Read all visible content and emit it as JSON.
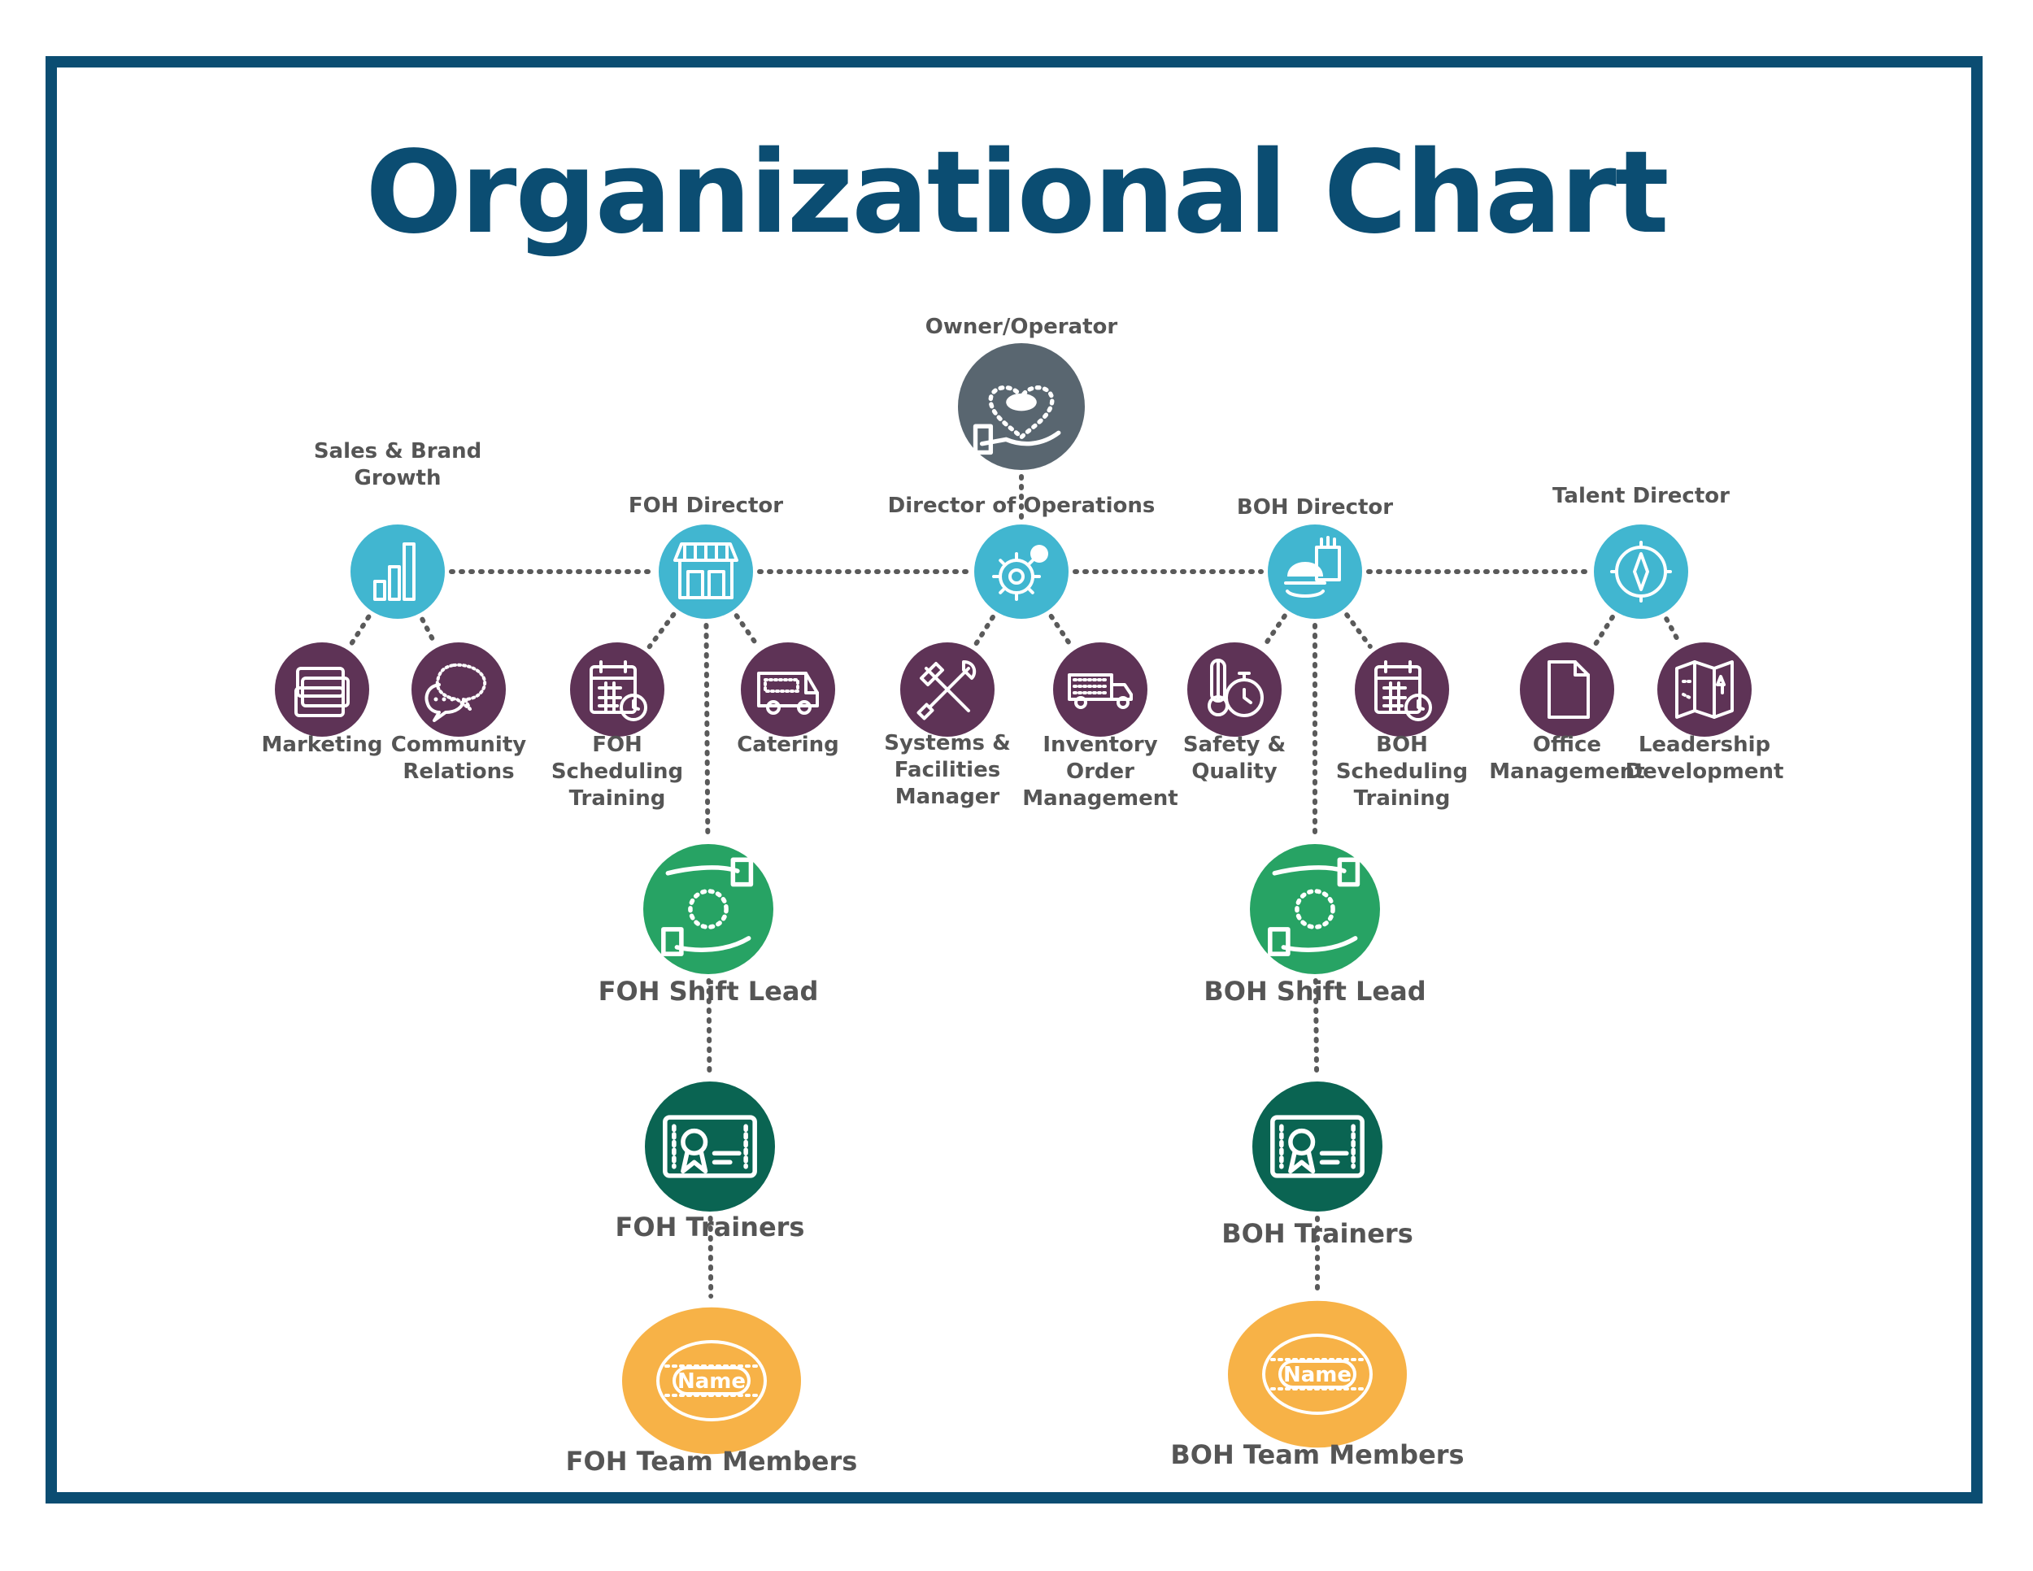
{
  "title": "Organizational Chart",
  "colors": {
    "frame": "#0b4d72",
    "owner": "#596670",
    "director": "#41b6d0",
    "function": "#5e3356",
    "shift_lead": "#27a364",
    "trainer": "#0a6452",
    "team_member": "#f7b247",
    "label": "#555555"
  },
  "nodes": {
    "owner": {
      "label": [
        "Owner/Operator"
      ],
      "icon": "heart-hand-icon"
    },
    "sales": {
      "label": [
        "Sales & Brand",
        "Growth"
      ],
      "icon": "bar-chart-icon"
    },
    "foh_director": {
      "label": [
        "FOH Director"
      ],
      "icon": "storefront-icon"
    },
    "dir_ops": {
      "label": [
        "Director of Operations"
      ],
      "icon": "gears-icon"
    },
    "boh_director": {
      "label": [
        "BOH Director"
      ],
      "icon": "burger-fries-icon"
    },
    "talent": {
      "label": [
        "Talent Director"
      ],
      "icon": "compass-icon"
    },
    "marketing": {
      "label": [
        "Marketing"
      ],
      "icon": "cards-icon"
    },
    "community": {
      "label": [
        "Community",
        "Relations"
      ],
      "icon": "speech-bubbles-icon"
    },
    "foh_sched": {
      "label": [
        "FOH",
        "Scheduling",
        "Training"
      ],
      "icon": "calendar-clock-icon"
    },
    "catering": {
      "label": [
        "Catering"
      ],
      "icon": "van-icon"
    },
    "systems": {
      "label": [
        "Systems &",
        "Facilities",
        "Manager"
      ],
      "icon": "tools-icon"
    },
    "inventory": {
      "label": [
        "Inventory",
        "Order",
        "Management"
      ],
      "icon": "truck-icon"
    },
    "safety": {
      "label": [
        "Safety &",
        "Quality"
      ],
      "icon": "thermometer-timer-icon"
    },
    "boh_sched": {
      "label": [
        "BOH",
        "Scheduling",
        "Training"
      ],
      "icon": "calendar-clock-icon"
    },
    "office": {
      "label": [
        "Office",
        "Management"
      ],
      "icon": "document-icon"
    },
    "leadership": {
      "label": [
        "Leadership",
        "Development"
      ],
      "icon": "map-icon"
    },
    "foh_shift": {
      "label": [
        "FOH Shift Lead"
      ],
      "icon": "handoff-icon"
    },
    "boh_shift": {
      "label": [
        "BOH Shift Lead"
      ],
      "icon": "handoff-icon"
    },
    "foh_trainers": {
      "label": [
        "FOH Trainers"
      ],
      "icon": "certificate-icon"
    },
    "boh_trainers": {
      "label": [
        "BOH Trainers"
      ],
      "icon": "certificate-icon"
    },
    "foh_team": {
      "label": [
        "FOH Team Members"
      ],
      "icon": "name-badge-icon",
      "badge_text": "Name"
    },
    "boh_team": {
      "label": [
        "BOH Team Members"
      ],
      "icon": "name-badge-icon",
      "badge_text": "Name"
    }
  },
  "edges": [
    [
      "owner",
      "dir_ops"
    ],
    [
      "sales",
      "foh_director"
    ],
    [
      "foh_director",
      "dir_ops"
    ],
    [
      "dir_ops",
      "boh_director"
    ],
    [
      "boh_director",
      "talent"
    ],
    [
      "sales",
      "marketing"
    ],
    [
      "sales",
      "community"
    ],
    [
      "foh_director",
      "foh_sched"
    ],
    [
      "foh_director",
      "catering"
    ],
    [
      "foh_director",
      "foh_shift"
    ],
    [
      "dir_ops",
      "systems"
    ],
    [
      "dir_ops",
      "inventory"
    ],
    [
      "boh_director",
      "safety"
    ],
    [
      "boh_director",
      "boh_sched"
    ],
    [
      "boh_director",
      "boh_shift"
    ],
    [
      "talent",
      "office"
    ],
    [
      "talent",
      "leadership"
    ],
    [
      "foh_shift",
      "foh_trainers"
    ],
    [
      "foh_trainers",
      "foh_team"
    ],
    [
      "boh_shift",
      "boh_trainers"
    ],
    [
      "boh_trainers",
      "boh_team"
    ]
  ]
}
